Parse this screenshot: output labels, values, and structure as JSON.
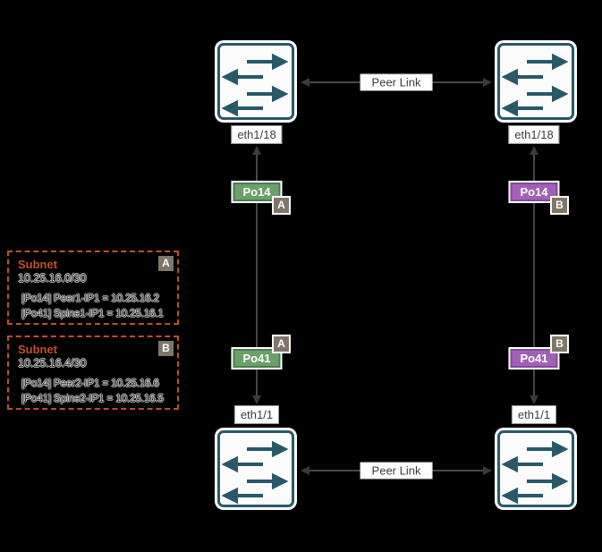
{
  "diagram": {
    "peer_links": {
      "top": "Peer Link",
      "bottom": "Peer Link"
    },
    "interfaces": {
      "top_left": "eth1/18",
      "top_right": "eth1/18",
      "bottom_left": "eth1/1",
      "bottom_right": "eth1/1"
    },
    "port_channels": {
      "left_top": {
        "label": "Po14",
        "badge": "A"
      },
      "left_bottom": {
        "label": "Po41",
        "badge": "A"
      },
      "right_top": {
        "label": "Po14",
        "badge": "B"
      },
      "right_bottom": {
        "label": "Po41",
        "badge": "B"
      }
    },
    "subnets": [
      {
        "title": "Subnet",
        "cidr": "10.25.16.0/30",
        "badge": "A",
        "entries": [
          "[Po14] Peer1-IP1 = 10.25.16.2",
          "[Po41] Spine1-IP1 = 10.25.16.1"
        ]
      },
      {
        "title": "Subnet",
        "cidr": "10.25.16.4/30",
        "badge": "B",
        "entries": [
          "[Po14] Peer2-IP1 = 10.25.16.6",
          "[Po41] Spine2-IP1 = 10.25.16.5"
        ]
      }
    ],
    "colors": {
      "switch_teal": "#27596a",
      "green": "#6aa169",
      "purple": "#a261b6",
      "badge_gray": "#7f7669",
      "subnet_orange": "#c1502b",
      "line_gray": "#474747",
      "background": "#000000"
    }
  }
}
